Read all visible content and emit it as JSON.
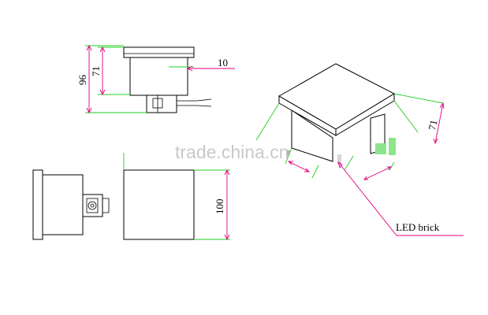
{
  "watermark": "trade.china.cn",
  "dimensions": {
    "side_total_height": "96",
    "side_body_height": "71",
    "side_lid_thickness": "10",
    "front_width": "100",
    "iso_height": "71"
  },
  "callouts": {
    "led_label": "LED brick"
  },
  "colors": {
    "dimension_lines": "#e0007f",
    "extension_lines": "#1fcf1f",
    "outline": "#000000",
    "watermark": "#c9c9c9"
  }
}
